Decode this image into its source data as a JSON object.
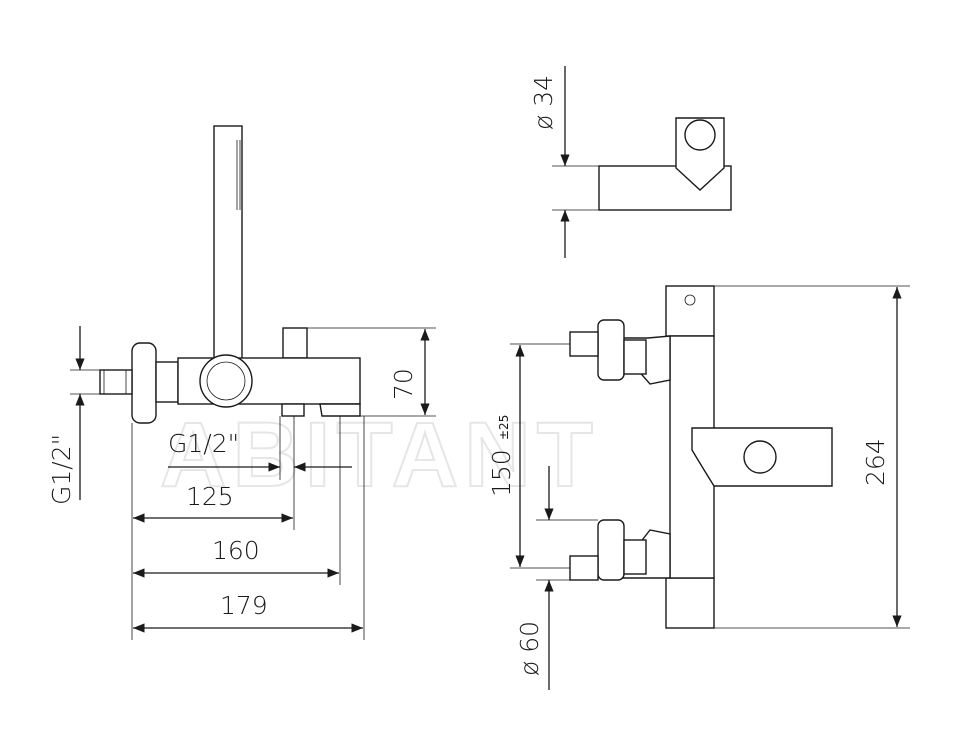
{
  "drawing": {
    "watermark": "ABITANT",
    "side_view": {
      "thread_vertical": "G1/2\"",
      "thread_horizontal": "G1/2\"",
      "dim_125": "125",
      "dim_160": "160",
      "dim_179": "179",
      "dim_70": "70"
    },
    "holder_view": {
      "diameter_34": "ø 34"
    },
    "front_view": {
      "dim_150": "150",
      "dim_150_tol": "±25",
      "diameter_60": "ø 60",
      "dim_264": "264"
    }
  }
}
